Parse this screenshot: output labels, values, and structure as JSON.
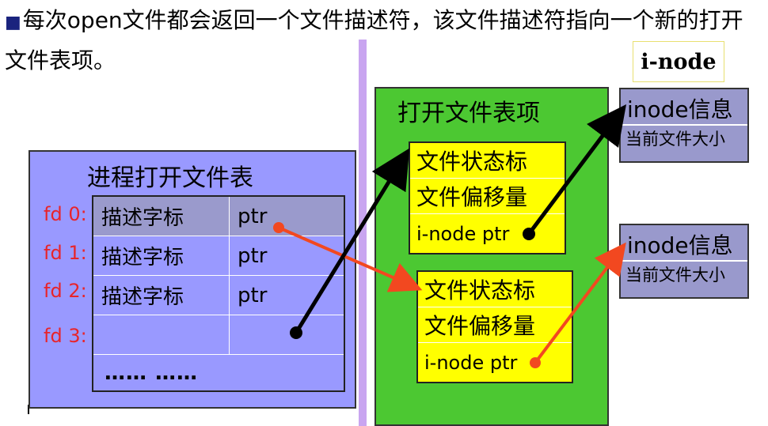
{
  "intro": {
    "bullet": "■",
    "text": "每次open文件都会返回一个文件描述符，该文件描述符指向一个新的打开文件表项。"
  },
  "process_table": {
    "title": "进程打开文件表",
    "fd_labels": [
      "fd 0:",
      "fd 1:",
      "fd 2:",
      "fd 3:"
    ],
    "rows": [
      {
        "desc": "描述字标",
        "ptr": "ptr"
      },
      {
        "desc": "描述字标",
        "ptr": "ptr"
      },
      {
        "desc": "描述字标",
        "ptr": "ptr"
      },
      {
        "desc": "",
        "ptr": ""
      }
    ],
    "ellipsis": "……    ……"
  },
  "open_file_table": {
    "title": "打开文件表项",
    "entries": [
      {
        "status": "文件状态标",
        "offset": "文件偏移量",
        "inode_ptr": "i-node ptr"
      },
      {
        "status": "文件状态标",
        "offset": "文件偏移量",
        "inode_ptr": "i-node ptr"
      }
    ]
  },
  "inode_section": {
    "label": "i-node",
    "boxes": [
      {
        "title": "inode信息",
        "subtitle": "当前文件大小"
      },
      {
        "title": "inode信息",
        "subtitle": "当前文件大小"
      }
    ]
  },
  "colors": {
    "process_table_bg": "#9999ff",
    "open_file_bg": "#4cc832",
    "entry_bg": "#ffff00",
    "inode_bg": "#9999cc",
    "fd_label": "#e8242a",
    "red_arrow": "#f24820",
    "black_arrow": "#000000"
  }
}
